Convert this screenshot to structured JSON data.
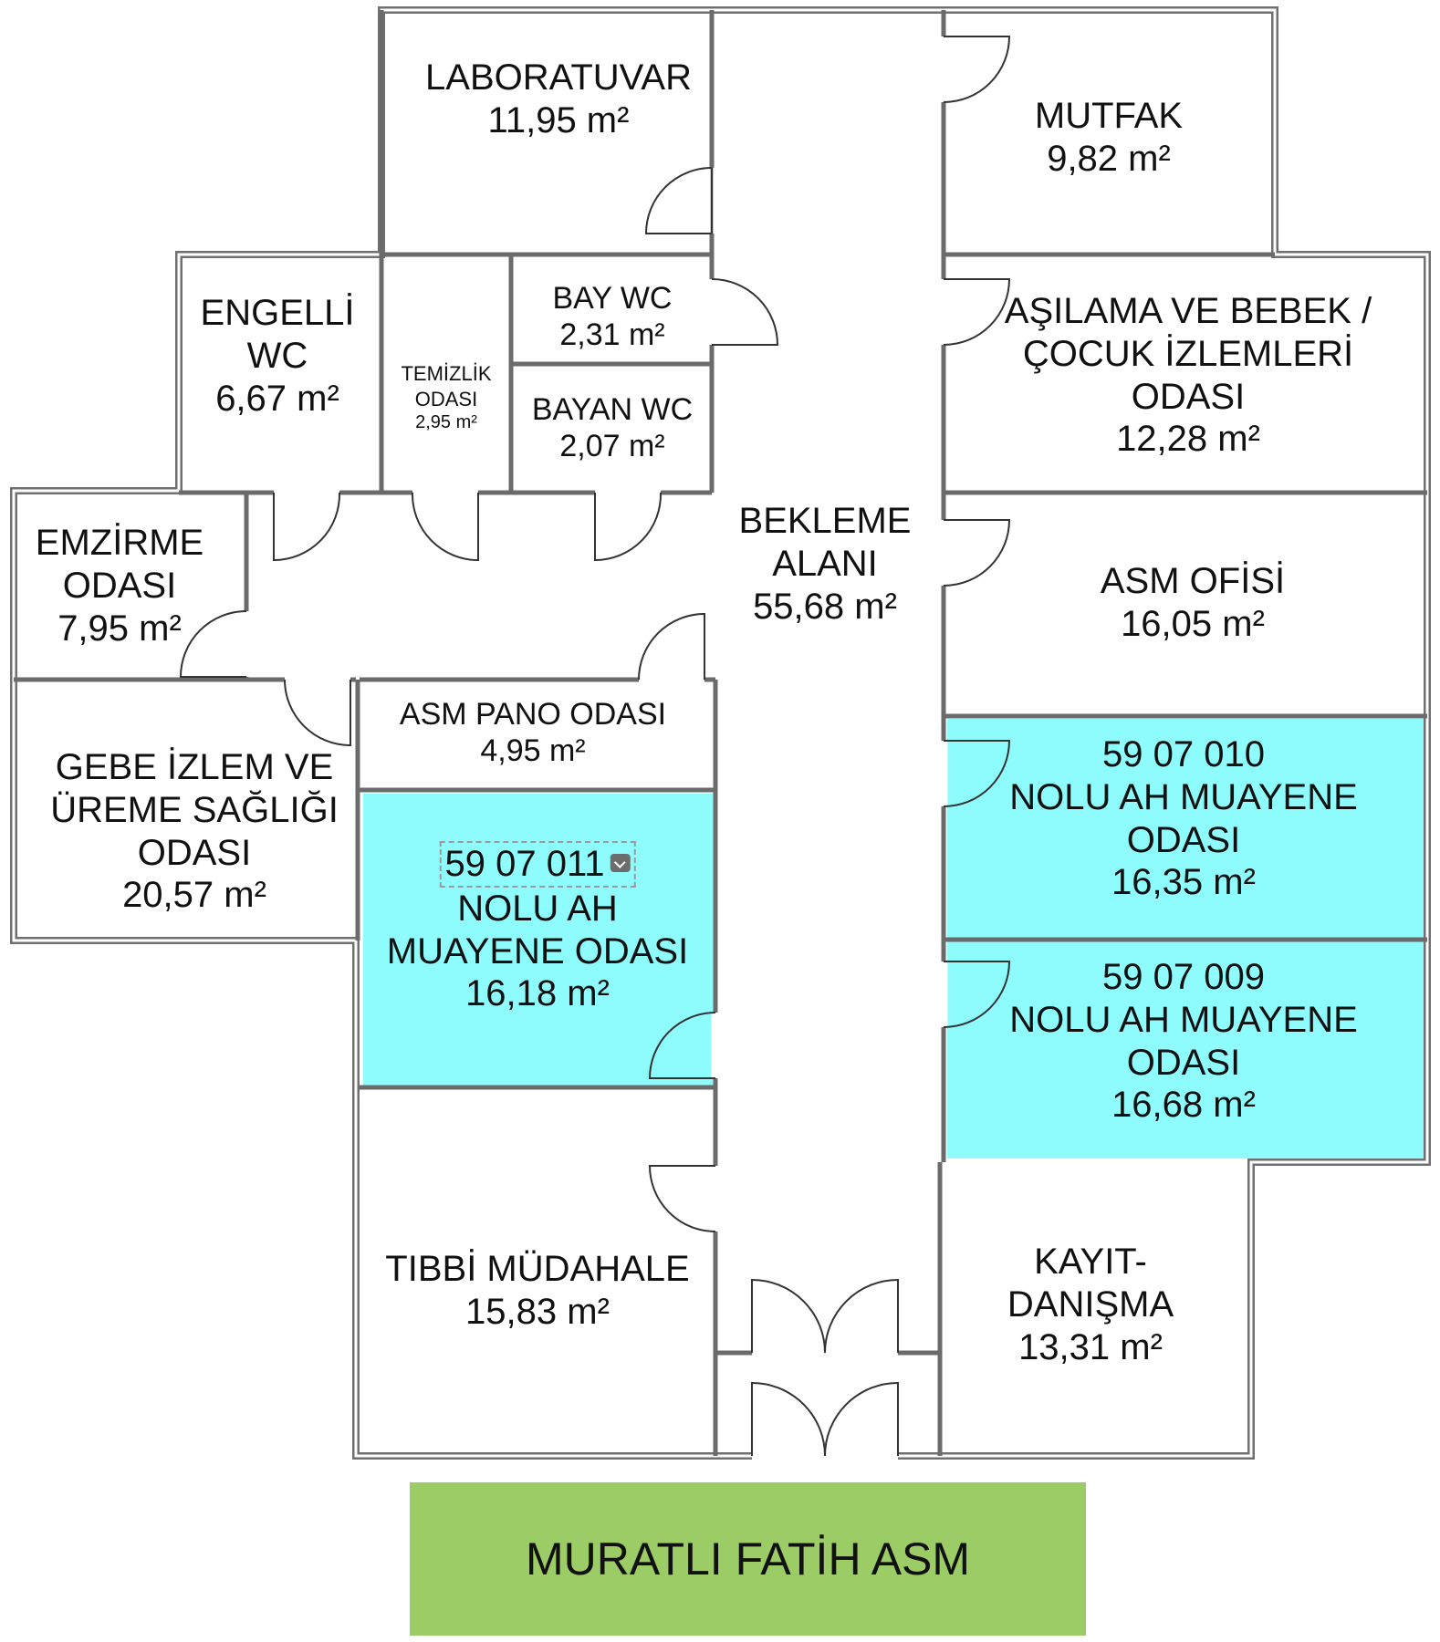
{
  "title": "MURATLI FATİH ASM",
  "rooms": {
    "laboratuvar": {
      "name": "LABORATUVAR",
      "area": "11,95 m²"
    },
    "mutfak": {
      "name": "MUTFAK",
      "area": "9,82 m²"
    },
    "engelli_wc": {
      "line1": "ENGELLİ",
      "line2": "WC",
      "area": "6,67 m²"
    },
    "temizlik": {
      "line1": "TEMİZLİK",
      "line2": "ODASI",
      "area": "2,95 m²"
    },
    "bay_wc": {
      "name": "BAY WC",
      "area": "2,31 m²"
    },
    "bayan_wc": {
      "name": "BAYAN WC",
      "area": "2,07 m²"
    },
    "asilama": {
      "line1": "AŞILAMA VE BEBEK /",
      "line2": "ÇOCUK İZLEMLERİ",
      "line3": "ODASI",
      "area": "12,28 m²"
    },
    "emzirme": {
      "line1": "EMZİRME",
      "line2": "ODASI",
      "area": "7,95 m²"
    },
    "bekleme": {
      "line1": "BEKLEME",
      "line2": "ALANI",
      "area": "55,68 m²"
    },
    "asm_ofisi": {
      "name": "ASM OFİSİ",
      "area": "16,05 m²"
    },
    "asm_pano": {
      "name": "ASM PANO ODASI",
      "area": "4,95 m²"
    },
    "gebe": {
      "line1": "GEBE İZLEM VE",
      "line2": "ÜREME SAĞLIĞI",
      "line3": "ODASI",
      "area": "20,57 m²"
    },
    "muayene_011": {
      "number": "59 07 011",
      "line1": "NOLU AH",
      "line2": "MUAYENE ODASI",
      "area": "16,18 m²"
    },
    "muayene_010": {
      "number": "59 07 010",
      "line1": "NOLU AH MUAYENE",
      "line2": "ODASI",
      "area": "16,35 m²"
    },
    "muayene_009": {
      "number": "59 07 009",
      "line1": "NOLU AH MUAYENE",
      "line2": "ODASI",
      "area": "16,68 m²"
    },
    "tibbi": {
      "name": "TIBBİ MÜDAHALE",
      "area": "15,83 m²"
    },
    "kayit": {
      "line1": "KAYIT-",
      "line2": "DANIŞMA",
      "area": "13,31 m²"
    }
  },
  "colors": {
    "highlight": "#8efbfc",
    "title_bg": "#9ccc65",
    "wall": "#707070"
  }
}
